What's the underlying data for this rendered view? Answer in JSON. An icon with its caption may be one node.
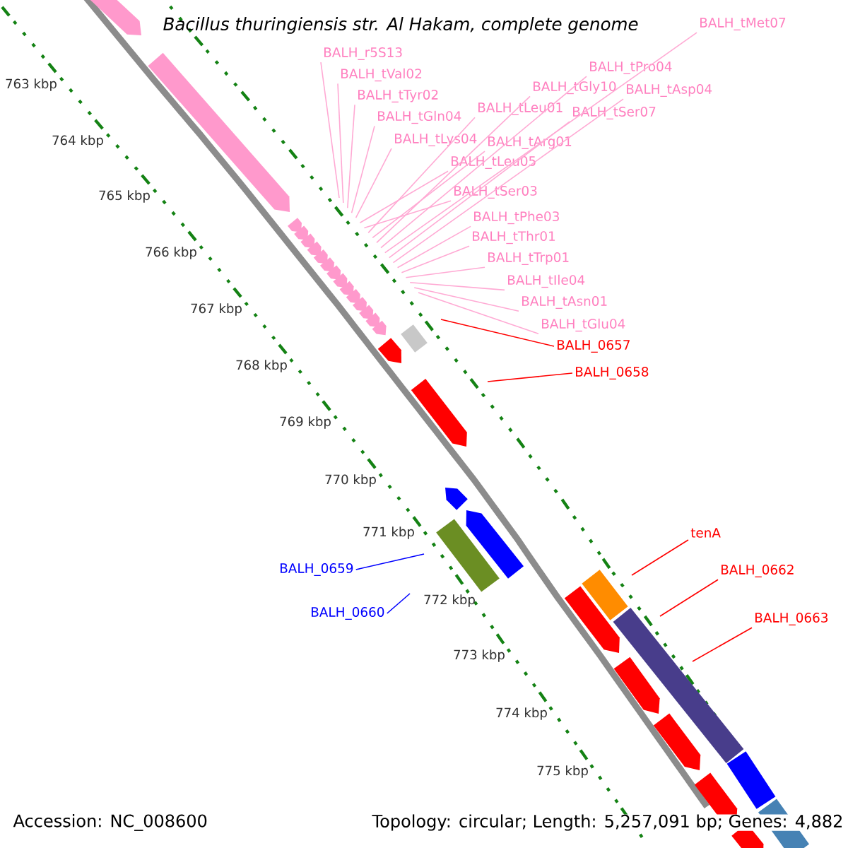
{
  "diagram": {
    "title": "Bacillus thuringiensis str. Al Hakam, complete genome",
    "nodes": [
      {
        "text": [
          "BALH_tMet07"
        ]
      },
      {
        "text": [
          "BALH_r5S13"
        ]
      },
      {
        "text": [
          "BALH_tPro04"
        ]
      },
      {
        "text": [
          "BALH_tVal02"
        ]
      },
      {
        "text": [
          "BALH_tGly10"
        ]
      },
      {
        "text": [
          "BALH_tAsp04"
        ]
      },
      {
        "text": [
          "BALH_tTyr02"
        ]
      },
      {
        "text": [
          "BALH_tLeu01"
        ]
      },
      {
        "text": [
          "BALH_tSer07"
        ]
      },
      {
        "text": [
          "BALH_tGln04"
        ]
      },
      {
        "text": [
          "BALH_tLys04"
        ]
      },
      {
        "text": [
          "BALH_tArg01"
        ]
      },
      {
        "text": [
          "BALH_tLeu05"
        ]
      },
      {
        "text": [
          "BALH_tSer03"
        ]
      },
      {
        "text": [
          "BALH_tPhe03"
        ]
      },
      {
        "text": [
          "BALH_tThr01"
        ]
      },
      {
        "text": [
          "BALH_tTrp01"
        ]
      },
      {
        "text": [
          "BALH_tIle04"
        ]
      },
      {
        "text": [
          "BALH_tAsn01"
        ]
      },
      {
        "text": [
          "BALH_tGlu04"
        ]
      },
      {
        "text": [
          "BALH_0657"
        ]
      },
      {
        "text": [
          "BALH_0658"
        ]
      },
      {
        "text": [
          "tenA"
        ]
      },
      {
        "text": [
          "BALH_0659"
        ]
      },
      {
        "text": [
          "BALH_0662"
        ]
      },
      {
        "text": [
          "BALH_0660"
        ]
      },
      {
        "text": [
          "BALH_0663"
        ]
      }
    ],
    "edges": [
      {
        "from": 0,
        "to": null,
        "arrow": "none"
      },
      {
        "from": 1,
        "to": null,
        "arrow": "none"
      },
      {
        "from": 2,
        "to": null,
        "arrow": "none"
      },
      {
        "from": 3,
        "to": null,
        "arrow": "none"
      },
      {
        "from": 4,
        "to": null,
        "arrow": "none"
      },
      {
        "from": 5,
        "to": null,
        "arrow": "none"
      },
      {
        "from": 6,
        "to": null,
        "arrow": "none"
      },
      {
        "from": 7,
        "to": null,
        "arrow": "none"
      },
      {
        "from": 8,
        "to": null,
        "arrow": "none"
      },
      {
        "from": 9,
        "to": null,
        "arrow": "none"
      },
      {
        "from": 10,
        "to": null,
        "arrow": "none"
      },
      {
        "from": 11,
        "to": null,
        "arrow": "none"
      },
      {
        "from": 12,
        "to": null,
        "arrow": "none"
      },
      {
        "from": 13,
        "to": null,
        "arrow": "none"
      },
      {
        "from": 14,
        "to": null,
        "arrow": "none"
      },
      {
        "from": 15,
        "to": null,
        "arrow": "none"
      },
      {
        "from": 16,
        "to": null,
        "arrow": "none"
      },
      {
        "from": 17,
        "to": null,
        "arrow": "none"
      },
      {
        "from": 18,
        "to": null,
        "arrow": "none"
      },
      {
        "from": 19,
        "to": null,
        "arrow": "none"
      },
      {
        "from": 20,
        "to": null,
        "arrow": "none",
        "color": "#ff0000"
      },
      {
        "from": 21,
        "to": null,
        "arrow": "none",
        "color": "#ff0000"
      },
      {
        "from": 22,
        "to": null,
        "arrow": "none",
        "color": "#ff0000"
      },
      {
        "from": 23,
        "to": null,
        "arrow": "none",
        "color": "#0000ff"
      },
      {
        "from": 24,
        "to": null,
        "arrow": "none",
        "color": "#ff0000"
      },
      {
        "from": 25,
        "to": null,
        "arrow": "none",
        "color": "#0000ff"
      },
      {
        "from": 26,
        "to": null,
        "arrow": "none",
        "color": "#ff0000"
      }
    ],
    "labels": [
      "763 kbp",
      "764 kbp",
      "765 kbp",
      "766 kbp",
      "767 kbp",
      "768 kbp",
      "769 kbp",
      "770 kbp",
      "771 kbp",
      "772 kbp",
      "773 kbp",
      "774 kbp",
      "775 kbp",
      "Accession: NC_008600",
      "Topology: circular; Length: 5,257,091 bp; Genes: 4,882"
    ]
  }
}
